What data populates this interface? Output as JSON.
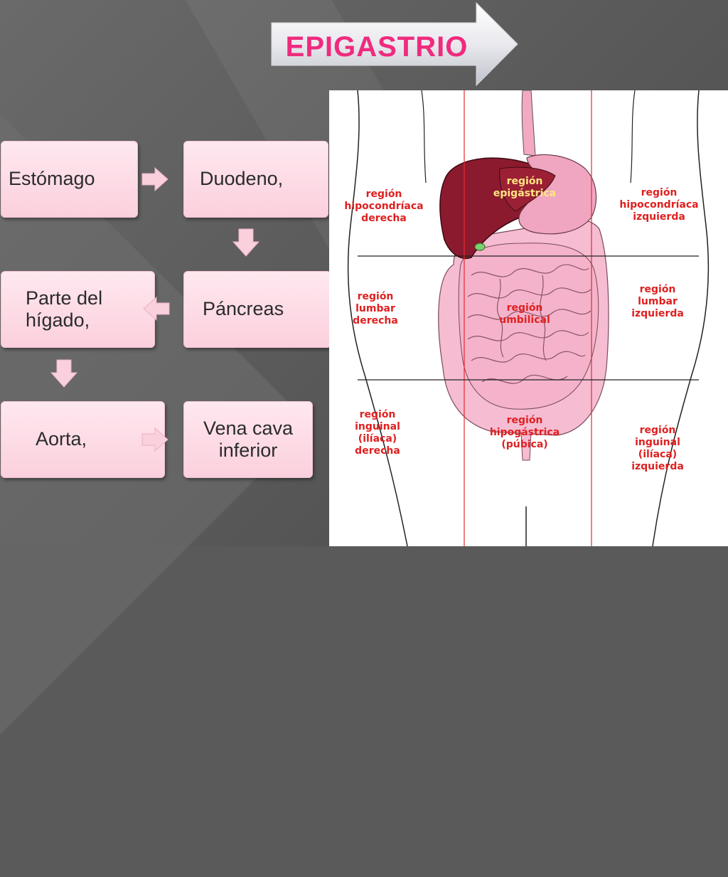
{
  "title": "EPIGASTRIO",
  "flow": {
    "box1": "Estómago",
    "box2": "Duodeno,",
    "box3": "Páncreas",
    "box4": "Parte del\nhígado,",
    "box5": "Aorta,",
    "box6": "Vena cava\ninferior"
  },
  "regions": {
    "hipo_der": "región\nhipocondríaca\nderecha",
    "epigastrica": "región\nepigástrica",
    "hipo_izq": "región\nhipocondríaca\nizquierda",
    "lumbar_der": "región\nlumbar\nderecha",
    "umbilical": "región\numbilical",
    "lumbar_izq": "región\nlumbar\nizquierda",
    "inguinal_der": "región\ninguinal\n(ilíaca)\nderecha",
    "hipogastrica": "región\nhipogástrica\n(púbica)",
    "inguinal_izq": "región\ninguinal\n(ilíaca)\nizquierda"
  },
  "colors": {
    "title": "#ef2b7e",
    "region_label": "#e02020",
    "box_fill": "#fbd0dd",
    "arrow_fill": "#fbd0dd"
  }
}
